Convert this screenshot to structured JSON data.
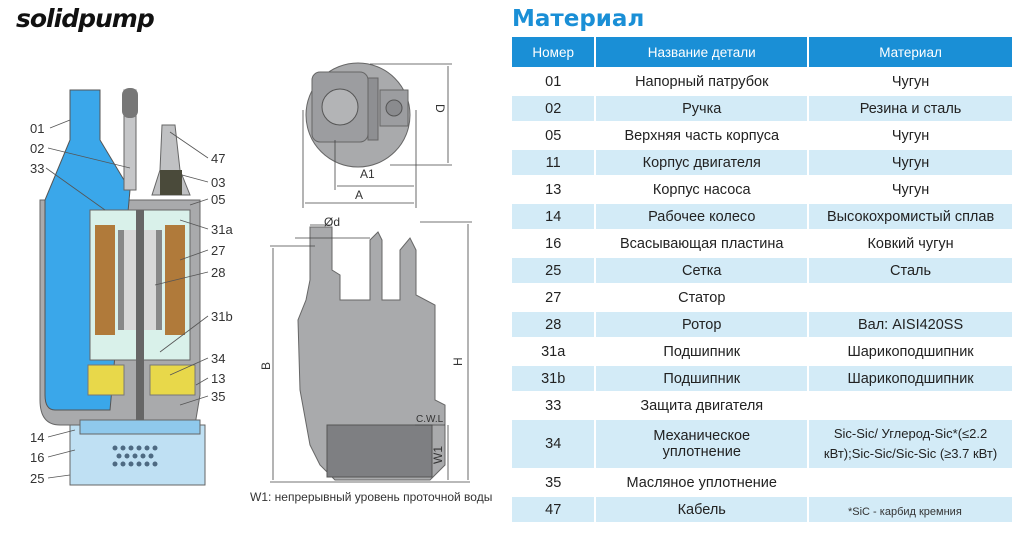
{
  "logo": "solidpump",
  "title": "Материал",
  "colors": {
    "accent": "#1a8fd6",
    "row_alt": "#d3ebf7",
    "water": "#3aa7ea"
  },
  "table": {
    "headers": [
      "Номер",
      "Название детали",
      "Материал"
    ],
    "rows": [
      [
        "01",
        "Напорный патрубок",
        "Чугун"
      ],
      [
        "02",
        "Ручка",
        "Резина и сталь"
      ],
      [
        "05",
        "Верхняя часть корпуса",
        "Чугун"
      ],
      [
        "11",
        "Корпус двигателя",
        "Чугун"
      ],
      [
        "13",
        "Корпус насоса",
        "Чугун"
      ],
      [
        "14",
        "Рабочее колесо",
        "Высокохромистый сплав"
      ],
      [
        "16",
        "Всасывающая пластина",
        "Ковкий чугун"
      ],
      [
        "25",
        "Сетка",
        "Сталь"
      ],
      [
        "27",
        "Статор",
        ""
      ],
      [
        "28",
        "Ротор",
        "Вал: AISI420SS"
      ],
      [
        "31a",
        "Подшипник",
        "Шарикоподшипник"
      ],
      [
        "31b",
        "Подшипник",
        "Шарикоподшипник"
      ],
      [
        "33",
        "Защита двигателя",
        ""
      ],
      [
        "34",
        "Механическое уплотнение",
        "Sic-Sic/ Углерод-Sic*(≤2.2 кВт);Sic-Sic/Sic-Sic (≥3.7 кВт)"
      ],
      [
        "35",
        "Масляное уплотнение",
        ""
      ],
      [
        "47",
        "Кабель",
        ""
      ]
    ]
  },
  "footnote": "*SiC - карбид кремния",
  "cutaway_labels": {
    "left": [
      "01",
      "02",
      "33",
      "14",
      "16",
      "25"
    ],
    "right": [
      "47",
      "03",
      "05",
      "31a",
      "27",
      "28",
      "31b",
      "34",
      "13",
      "35"
    ]
  },
  "dimensions": {
    "d": "Ød",
    "a": "A",
    "a1": "A1",
    "depth": "D",
    "b": "B",
    "h": "H",
    "w1": "W1",
    "cwl": "C.W.L"
  },
  "w1_note": "W1: непрерывный уровень проточной воды"
}
